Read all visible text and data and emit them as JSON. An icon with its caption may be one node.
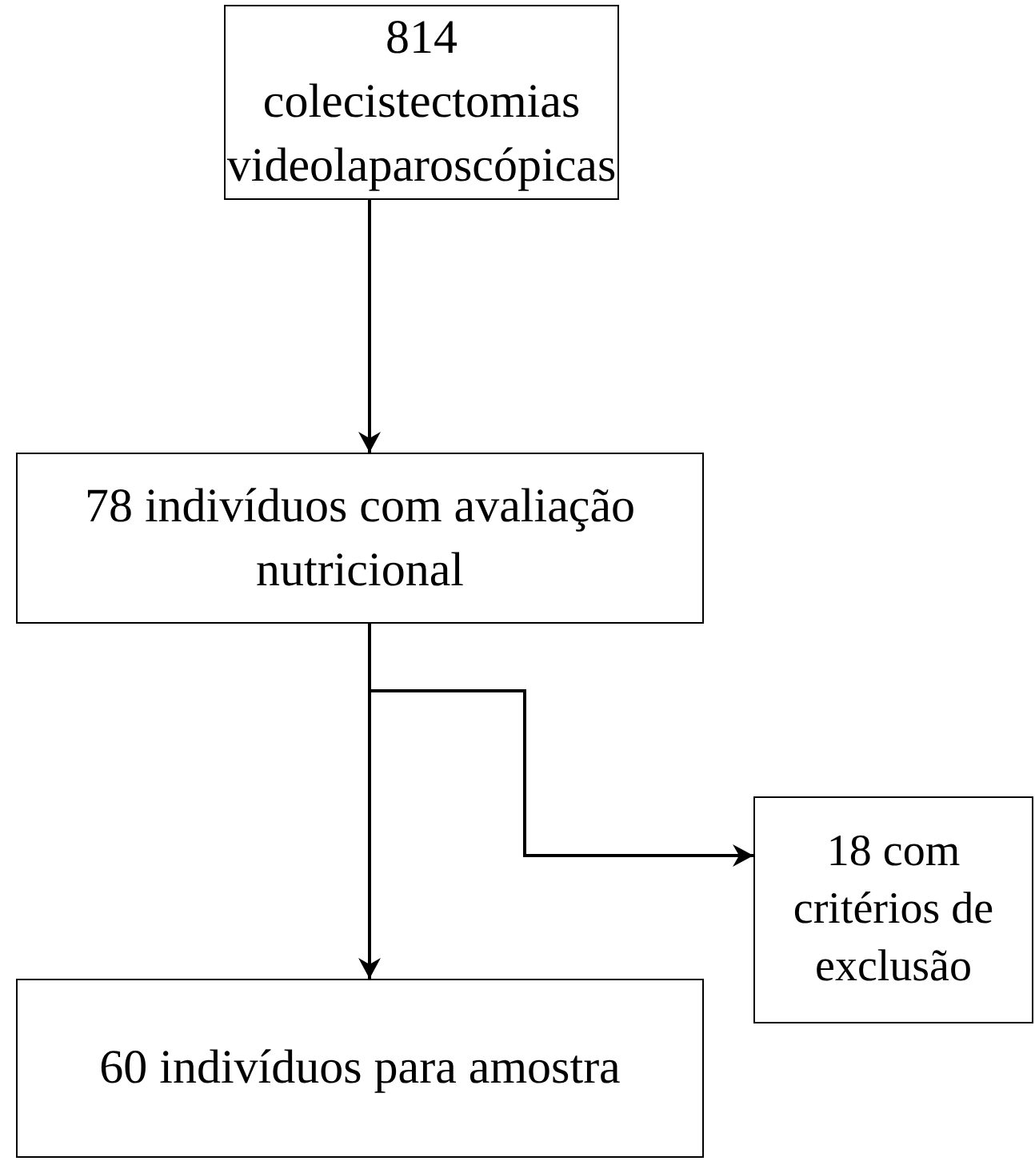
{
  "diagram": {
    "nodes": [
      {
        "text": [
          "814 colecistectomias videolaparoscópicas"
        ]
      },
      {
        "text": [
          "78 indivíduos com avaliação nutricional"
        ]
      },
      {
        "text": [
          "18 com critérios de exclusão"
        ]
      },
      {
        "text": [
          "60 indivíduos para amostra"
        ]
      }
    ],
    "edges": [
      {
        "from": 0,
        "to": 1,
        "arrow": "to"
      },
      {
        "from": 1,
        "to": 2,
        "arrow": "to"
      },
      {
        "from": 1,
        "to": 3,
        "arrow": "to"
      }
    ]
  }
}
